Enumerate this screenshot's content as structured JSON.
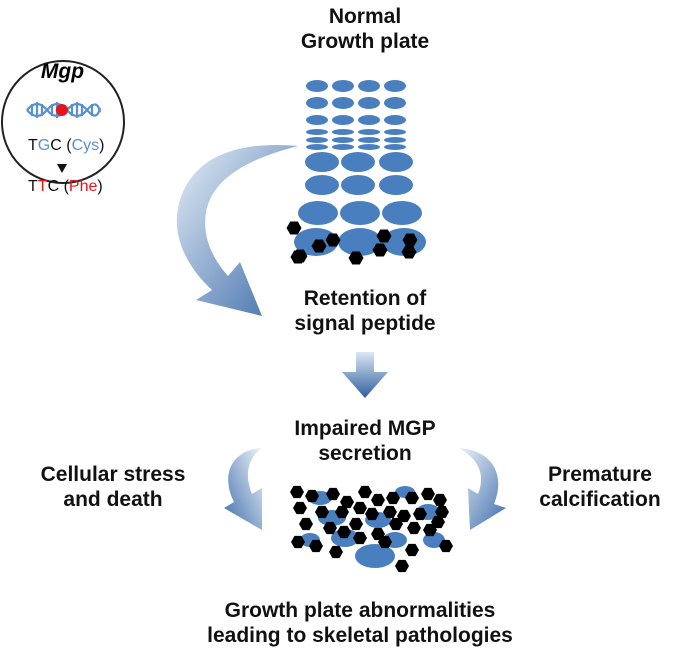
{
  "labels": {
    "normal_line1": "Normal",
    "normal_line2": "Growth plate",
    "retention_line1": "Retention of",
    "retention_line2": "signal peptide",
    "impaired_line1": "Impaired MGP",
    "impaired_line2": "secretion",
    "stress_line1": "Cellular stress",
    "stress_line2": "and death",
    "premature_line1": "Premature",
    "premature_line2": "calcification",
    "bottom_line1": "Growth plate abnormalities",
    "bottom_line2": "leading to skeletal pathologies"
  },
  "inset": {
    "gene_name": "Mgp",
    "codon_wt_1": "T",
    "codon_wt_2": "G",
    "codon_wt_3": "C (",
    "codon_wt_aa": "Cys",
    "codon_wt_close": ")",
    "codon_mut_1": "T",
    "codon_mut_2": "T",
    "codon_mut_3": "C (",
    "codon_mut_aa": "Phe",
    "codon_mut_close": ")"
  },
  "colors": {
    "cell": "#4a7fbf",
    "crystal": "#000000",
    "arrow_dark": "#2f5f9e",
    "arrow_light": "#dbe6f3",
    "mutation": "#e8141c",
    "dna": "#5b90d0"
  }
}
